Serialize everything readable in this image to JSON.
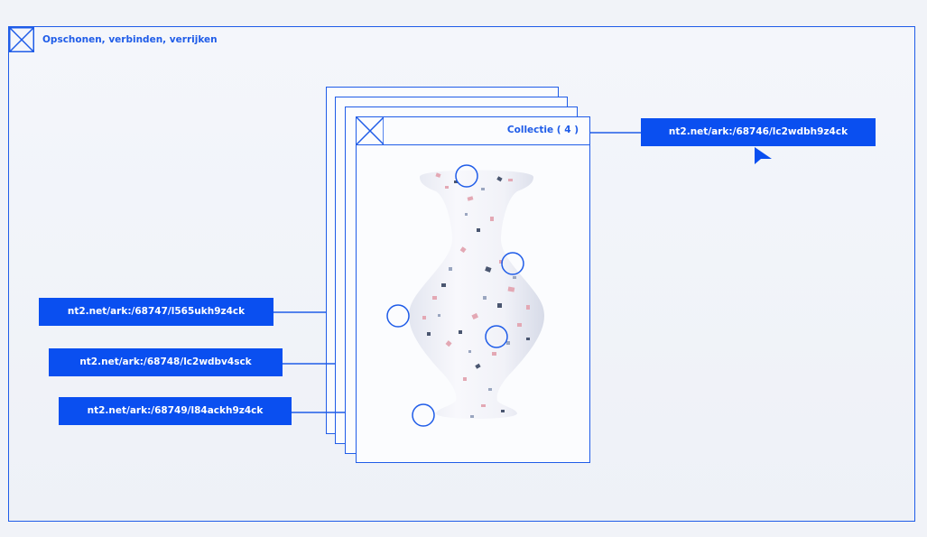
{
  "frame": {
    "title": "Opschonen, verbinden, verrijken"
  },
  "collection": {
    "title": "Collectie ( 4 )"
  },
  "identifiers": {
    "main": "nt2.net/ark:/68746/lc2wdbh9z4ck",
    "items": [
      "nt2.net/ark:/68747/l565ukh9z4ck",
      "nt2.net/ark:/68748/lc2wdbv4sck",
      "nt2.net/ark:/68749/l84ackh9z4ck"
    ]
  },
  "colors": {
    "accent": "#1f5ce8",
    "label_background": "#0a4ff0",
    "background": "#f1f3f8"
  },
  "icons": {
    "frame_corner": "cross-box-icon",
    "card_corner": "cross-box-icon",
    "hotspot": "circle-hotspot-icon",
    "pointer": "cursor-arrow-icon"
  }
}
